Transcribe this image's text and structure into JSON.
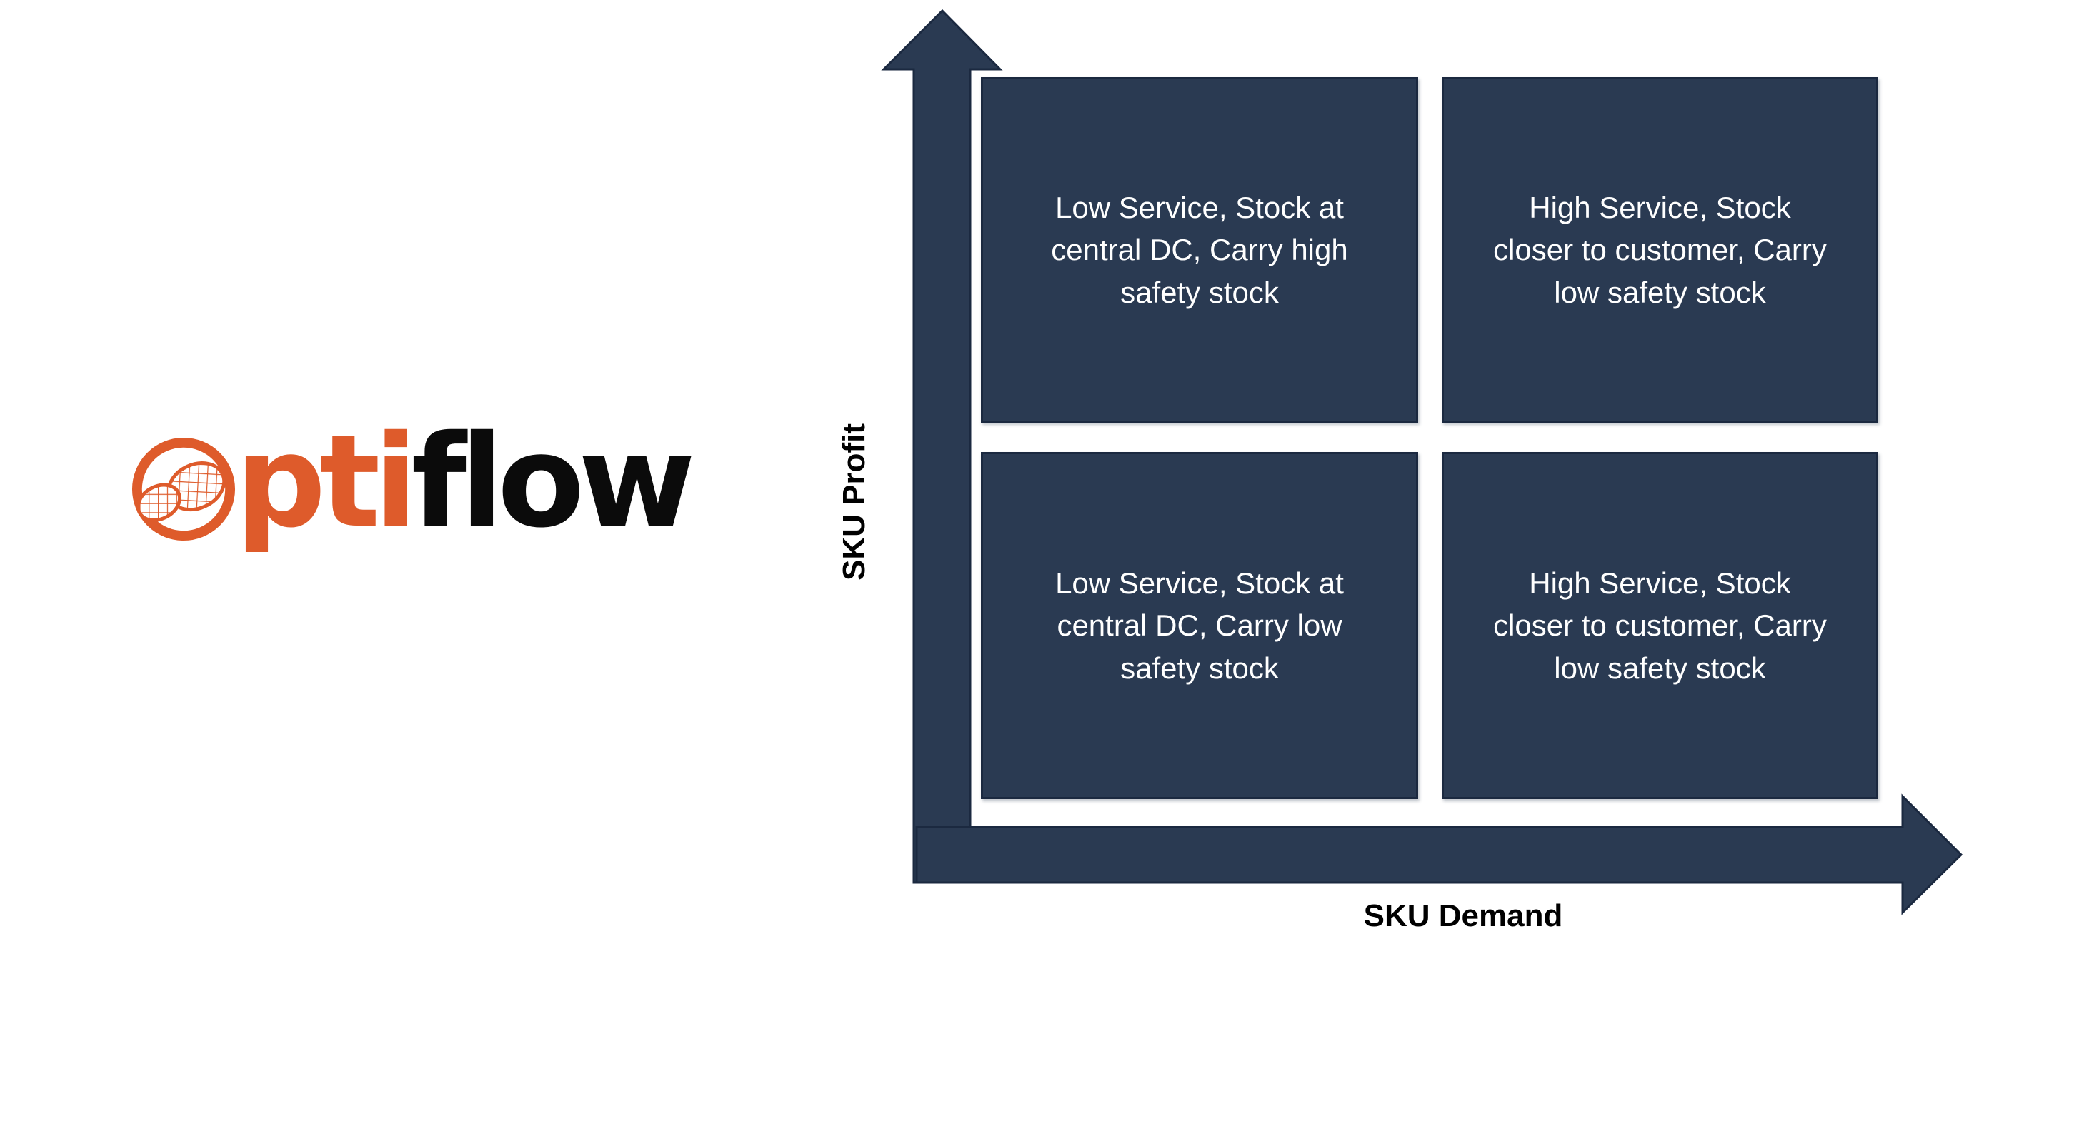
{
  "logo": {
    "brand_prefix": "pti",
    "brand_suffix": "flow",
    "icon_name": "optiflow-wave-mesh-icon",
    "brand_orange": "#DE5B2B",
    "brand_black": "#0B0B0B"
  },
  "matrix": {
    "box_fill": "#2A3A52",
    "box_border": "#1B2940",
    "text_color": "#FFFFFF",
    "quadrants": {
      "top_left": {
        "text": "Low Service, Stock at\ncentral DC, Carry high\nsafety stock"
      },
      "top_right": {
        "text": "High Service, Stock\ncloser to customer, Carry\nlow safety stock"
      },
      "bottom_left": {
        "text": "Low Service, Stock at\ncentral DC, Carry low\nsafety stock"
      },
      "bottom_right": {
        "text": "High Service, Stock\ncloser to customer, Carry\nlow safety stock"
      }
    }
  },
  "axes": {
    "y_label": "SKU Profit",
    "x_label": "SKU Demand",
    "arrow_color": "#2A3A52",
    "icons": {
      "y_axis_arrow": "up-arrow",
      "x_axis_arrow": "right-arrow"
    }
  }
}
